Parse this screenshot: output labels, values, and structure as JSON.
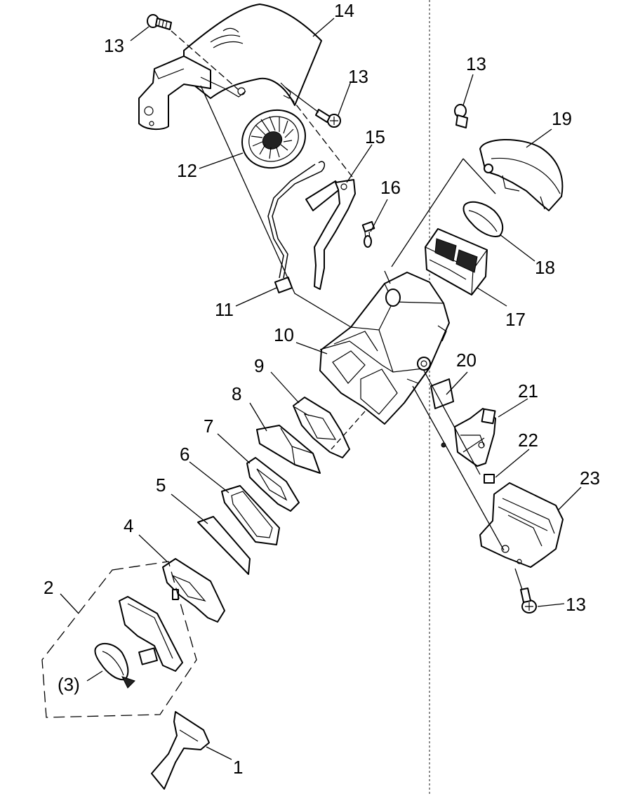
{
  "callouts": {
    "c1": "1",
    "c2": "2",
    "c3": "(3)",
    "c4": "4",
    "c5": "5",
    "c6": "6",
    "c7": "7",
    "c8": "8",
    "c9": "9",
    "c10": "10",
    "c11": "11",
    "c12": "12",
    "c13a": "13",
    "c13b": "13",
    "c13c": "13",
    "c13d": "13",
    "c14": "14",
    "c15": "15",
    "c16": "16",
    "c17": "17",
    "c18": "18",
    "c19": "19",
    "c20": "20",
    "c21": "21",
    "c22": "22",
    "c23": "23"
  }
}
